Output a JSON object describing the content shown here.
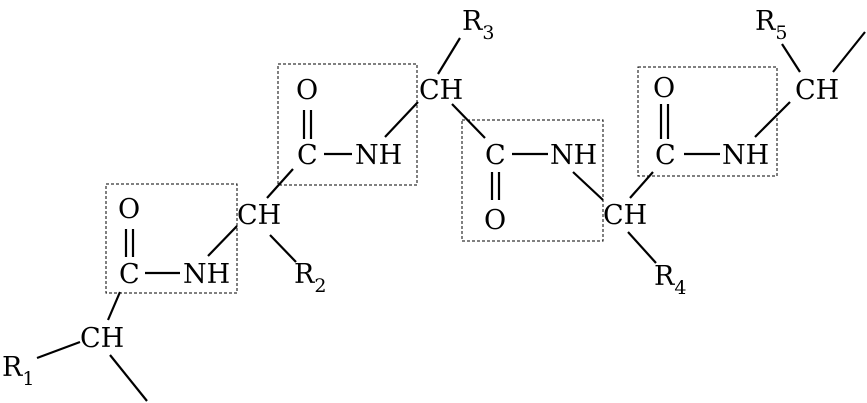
{
  "molecule": {
    "atoms": {
      "r1": {
        "base": "R",
        "sub": "1"
      },
      "r2": {
        "base": "R",
        "sub": "2"
      },
      "r3": {
        "base": "R",
        "sub": "3"
      },
      "r4": {
        "base": "R",
        "sub": "4"
      },
      "r5": {
        "base": "R",
        "sub": "5"
      },
      "ch": "CH",
      "c": "C",
      "o": "O",
      "nh": "NH"
    }
  }
}
